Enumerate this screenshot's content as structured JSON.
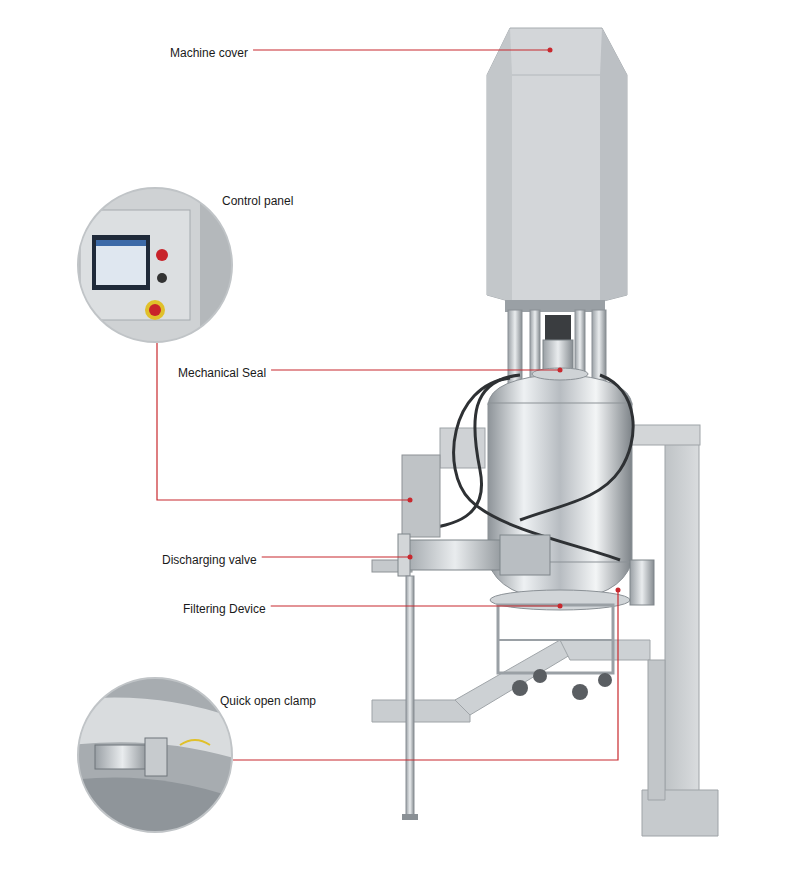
{
  "diagram": {
    "labels": [
      "Machine cover",
      "Control panel",
      "Mechanical Seal",
      "Discharging valve",
      "Filtering Device",
      "Quick open clamp"
    ]
  }
}
